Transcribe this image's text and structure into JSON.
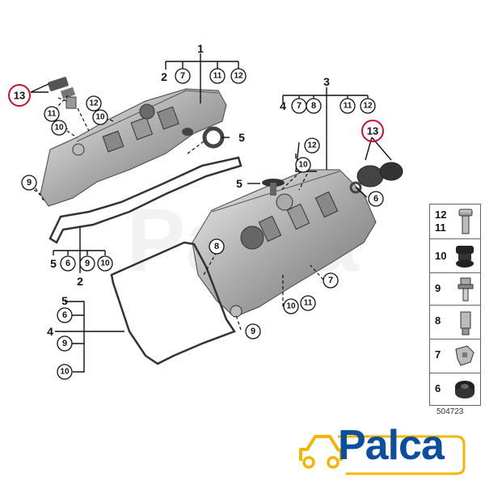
{
  "diagram": {
    "code": "504723",
    "watermark": "Palca",
    "callouts": [
      {
        "id": "c1",
        "text": "1"
      },
      {
        "id": "c2",
        "text": "2"
      },
      {
        "id": "c3",
        "text": "3"
      },
      {
        "id": "c4",
        "text": "4"
      },
      {
        "id": "c5",
        "text": "5"
      },
      {
        "id": "c6",
        "text": "6"
      },
      {
        "id": "c7",
        "text": "7"
      },
      {
        "id": "c8",
        "text": "8"
      },
      {
        "id": "c9",
        "text": "9"
      },
      {
        "id": "c10",
        "text": "10"
      },
      {
        "id": "c11",
        "text": "11"
      },
      {
        "id": "c12",
        "text": "12"
      },
      {
        "id": "c13",
        "text": "13"
      }
    ],
    "legend": [
      {
        "numbers": [
          "12",
          "11"
        ],
        "part": "bolt"
      },
      {
        "numbers": [
          "10"
        ],
        "part": "grommet"
      },
      {
        "numbers": [
          "9"
        ],
        "part": "stud"
      },
      {
        "numbers": [
          "8"
        ],
        "part": "clip"
      },
      {
        "numbers": [
          "7"
        ],
        "part": "bracket"
      },
      {
        "numbers": [
          "6"
        ],
        "part": "ring"
      }
    ]
  },
  "logo": {
    "text": "Palca",
    "brand_color": "#0a4f9e",
    "accent_color": "#f5b400"
  },
  "colors": {
    "highlight": "#c8102e"
  }
}
